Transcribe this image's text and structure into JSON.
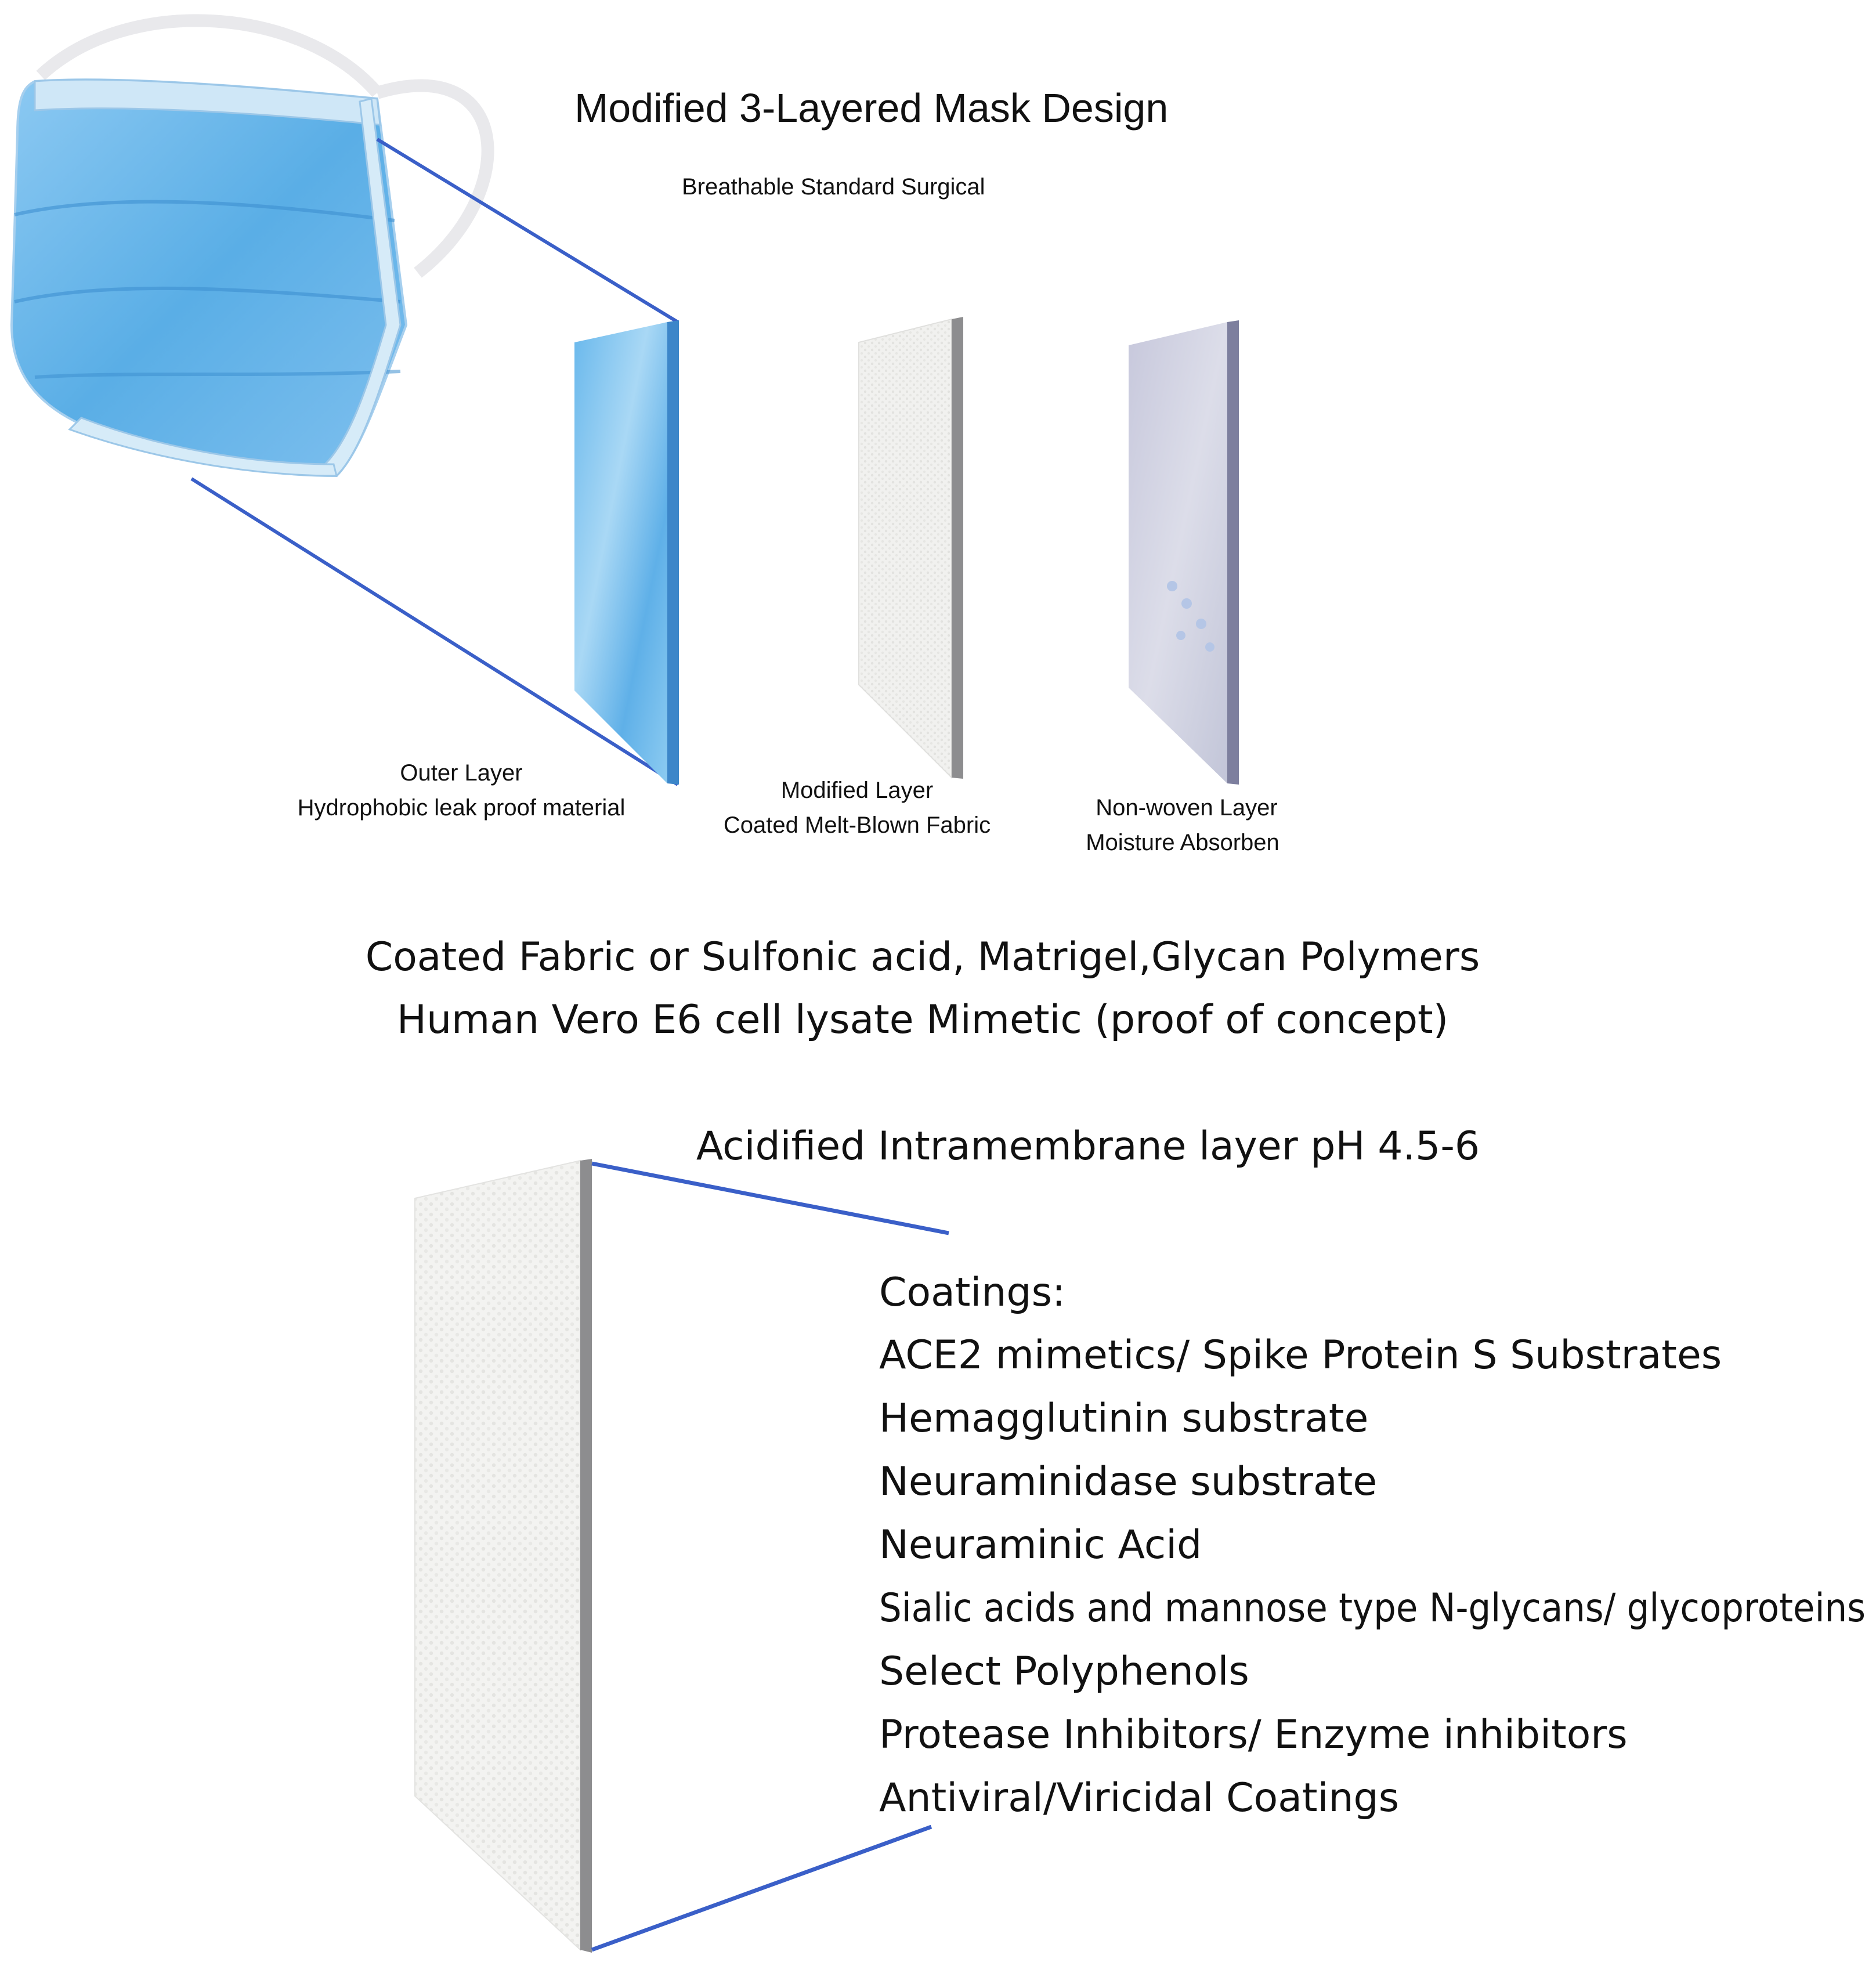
{
  "title": "Modified 3-Layered Mask Design",
  "subtitle": "Breathable Standard Surgical",
  "layers": [
    {
      "name": "Outer Layer",
      "description": "Hydrophobic leak proof material"
    },
    {
      "name": "Modified  Layer",
      "description": "Coated Melt-Blown Fabric"
    },
    {
      "name": "Non-woven Layer",
      "description": "Moisture Absorben"
    }
  ],
  "coating_note": {
    "line1": "Coated Fabric or Sulfonic acid, Matrigel,Glycan Polymers",
    "line2": "Human Vero E6 cell lysate Mimetic (proof of concept)"
  },
  "intramembrane_label": "Acidified Intramembrane layer pH 4.5-6",
  "coatings": {
    "heading": "Coatings:",
    "items": [
      "ACE2 mimetics/ Spike Protein S Substrates",
      "Hemagglutinin substrate",
      "Neuraminidase substrate",
      "Neuraminic Acid",
      "Sialic acids and mannose type N-glycans/ glycoproteins",
      "Select Polyphenols",
      "Protease Inhibitors/ Enzyme inhibitors",
      "Antiviral/Viricidal Coatings"
    ]
  },
  "colors": {
    "connector_line": "#3a5fc8",
    "mask_blue": "#6ab4ea",
    "layer_gray": "#c9cbd6"
  }
}
